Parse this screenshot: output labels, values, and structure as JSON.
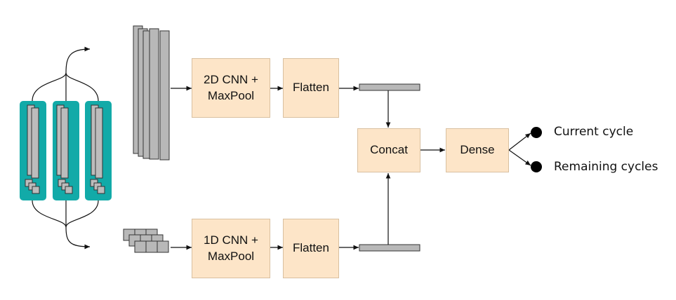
{
  "blocks": {
    "cnn2d": "2D CNN +\nMaxPool",
    "flatten_top": "Flatten",
    "cnn1d": "1D CNN +\nMaxPool",
    "flatten_bottom": "Flatten",
    "concat": "Concat",
    "dense": "Dense"
  },
  "outputs": {
    "current": "Current cycle",
    "remaining": "Remaining cycles"
  },
  "colors": {
    "block_fill": "#fde5c8",
    "cell_teal": "#12aaa8",
    "tensor_gray": "#b8b8b8",
    "line": "#111111"
  }
}
